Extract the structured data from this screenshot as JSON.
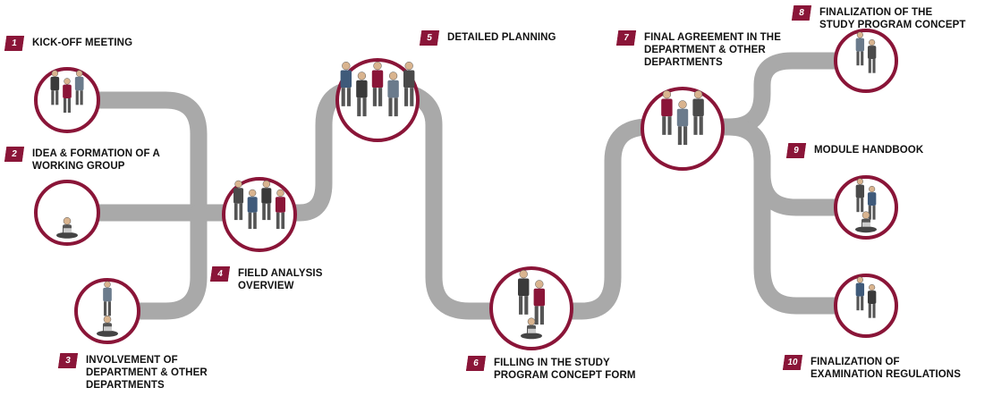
{
  "colors": {
    "accent": "#8a1538",
    "path": "#a9a9a9",
    "figure_dark": "#3a3a3a"
  },
  "steps": [
    {
      "num": "1",
      "label": "KICK-OFF MEETING"
    },
    {
      "num": "2",
      "label": "IDEA & FORMATION OF A\nWORKING GROUP"
    },
    {
      "num": "3",
      "label": "INVOLVEMENT OF\nDEPARTMENT & OTHER\nDEPARTMENTS"
    },
    {
      "num": "4",
      "label": "FIELD ANALYSIS\nOVERVIEW"
    },
    {
      "num": "5",
      "label": "DETAILED PLANNING"
    },
    {
      "num": "6",
      "label": "FILLING IN THE STUDY\nPROGRAM CONCEPT FORM"
    },
    {
      "num": "7",
      "label": "FINAL AGREEMENT IN THE\nDEPARTMENT & OTHER\nDEPARTMENTS"
    },
    {
      "num": "8",
      "label": "FINALIZATION  OF THE\nSTUDY PROGRAM CONCEPT"
    },
    {
      "num": "9",
      "label": "MODULE HANDBOOK"
    },
    {
      "num": "10",
      "label": "FINALIZATION  OF\nEXAMINATION REGULATIONS"
    }
  ]
}
